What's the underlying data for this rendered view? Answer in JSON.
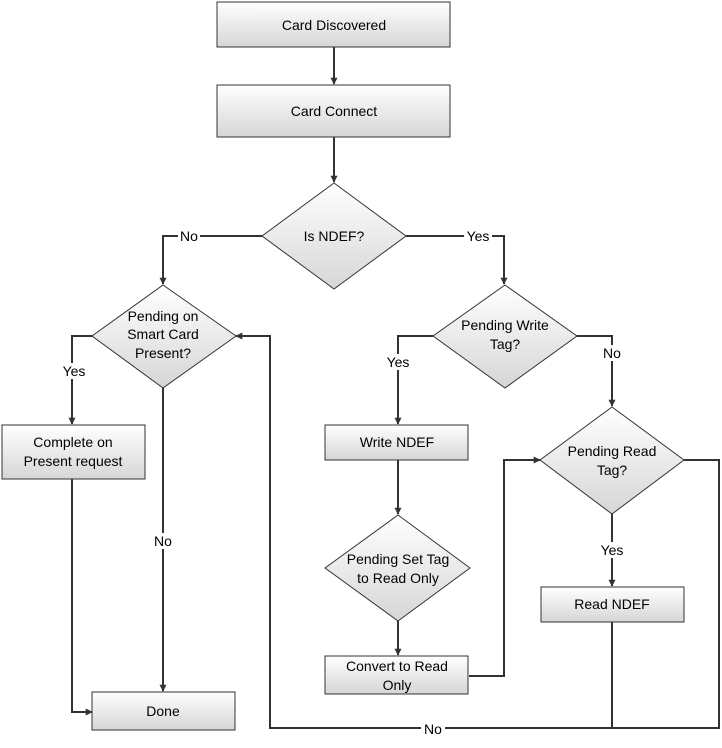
{
  "diagram": {
    "colors": {
      "box_top": "#ffffff",
      "box_bottom": "#d6d6d6",
      "stroke": "#333333",
      "text": "#000000"
    },
    "nodes": {
      "card_discovered": {
        "label": "Card Discovered"
      },
      "card_connect": {
        "label": "Card Connect"
      },
      "is_ndef": {
        "label": "Is NDEF?"
      },
      "pending_smart_card": {
        "line1": "Pending on",
        "line2": "Smart Card",
        "line3": "Present?"
      },
      "complete_present": {
        "line1": "Complete on",
        "line2": "Present request"
      },
      "done": {
        "label": "Done"
      },
      "pending_write_tag": {
        "line1": "Pending Write",
        "line2": "Tag?"
      },
      "write_ndef": {
        "label": "Write NDEF"
      },
      "pending_set_tag": {
        "line1": "Pending Set Tag",
        "line2": "to Read Only"
      },
      "convert_read_only": {
        "line1": "Convert to Read",
        "line2": "Only"
      },
      "pending_read_tag": {
        "line1": "Pending Read",
        "line2": "Tag?"
      },
      "read_ndef": {
        "label": "Read NDEF"
      }
    },
    "edge_labels": {
      "ndef_no": "No",
      "ndef_yes": "Yes",
      "smart_yes": "Yes",
      "smart_no": "No",
      "write_yes": "Yes",
      "write_no": "No",
      "read_yes": "Yes",
      "bottom_no": "No"
    }
  }
}
